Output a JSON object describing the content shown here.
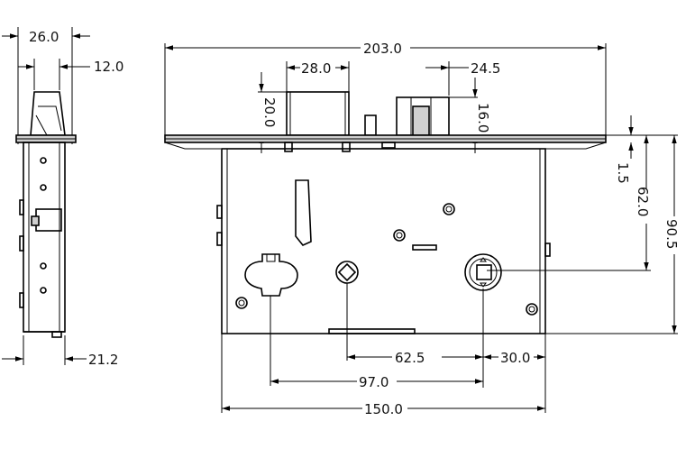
{
  "drawing": {
    "type": "mortise lock body technical drawing",
    "side_view": {
      "dim_top": "26.0",
      "dim_bolt": "12.0",
      "dim_bottom": "21.2"
    },
    "front_view": {
      "dim_overall_width": "203.0",
      "dim_latch_width": "28.0",
      "dim_deadbolt_width": "24.5",
      "dim_latch_projection": "20.0",
      "dim_deadbolt_projection": "16.0",
      "dim_faceplate": "1.5",
      "dim_backset_cylinder": "62.0",
      "dim_body_height": "90.5",
      "dim_spindle_to_cylinder": "62.5",
      "dim_cylinder_to_edge": "30.0",
      "dim_handle_to_cylinder": "97.0",
      "dim_body_length": "150.0"
    }
  }
}
